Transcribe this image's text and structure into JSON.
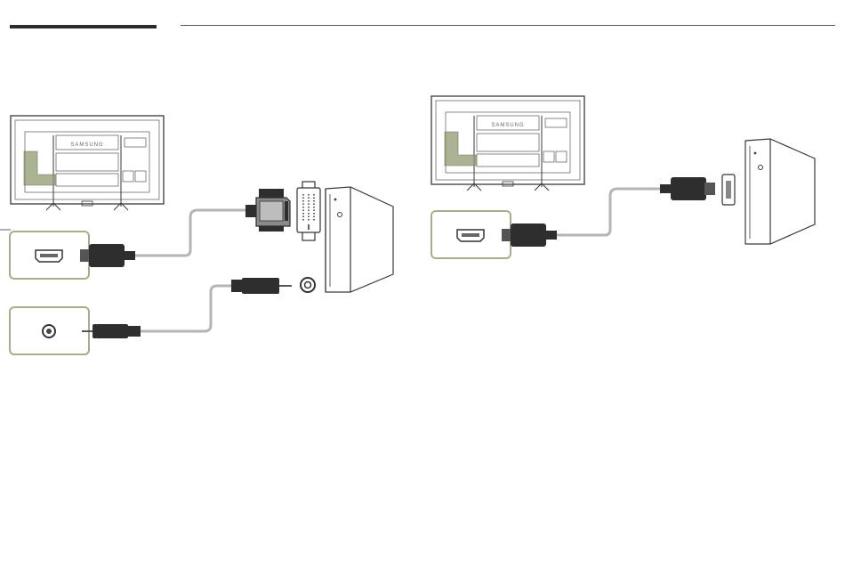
{
  "brand": {
    "logo_text": "SAMSUNG"
  },
  "colors": {
    "panel_highlight": "#8f9a72",
    "port_box_border": "#a8ad8c",
    "cable": "#b5b5b5",
    "plug": "#2e2e2e",
    "line": "#3a3a3a"
  },
  "diagrams": [
    {
      "ports": [
        "hdmi-port",
        "audio-jack"
      ],
      "source_ports": [
        "dvi-port",
        "audio-jack"
      ],
      "cables": [
        "hdmi-to-dvi",
        "stereo-audio"
      ]
    },
    {
      "ports": [
        "hdmi-port"
      ],
      "source_ports": [
        "hdmi-port"
      ],
      "cables": [
        "hdmi-to-hdmi"
      ]
    }
  ]
}
